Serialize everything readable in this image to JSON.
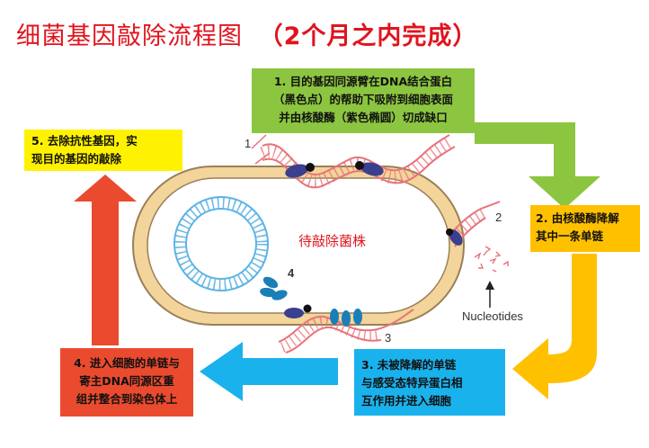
{
  "title": {
    "main": "细菌基因敲除流程图",
    "note": "（2个月之内完成）"
  },
  "steps": {
    "s1": {
      "line1": "1. 目的基因同源臂在DNA结合蛋白",
      "line2": "（黑色点）的帮助下吸附到细胞表面",
      "line3": "并由核酸酶（紫色椭圆）切成缺口"
    },
    "s2": {
      "line1": "2. 由核酸酶降解",
      "line2": "其中一条单链"
    },
    "s3": {
      "line1": "3.  未被降解的单链",
      "line2": "与感受态特异蛋白相",
      "line3": "互作用并进入细胞"
    },
    "s4": {
      "line1": "4. 进入细胞的单链与",
      "line2": "寄主DNA同源区重",
      "line3": "组并整合到染色体上"
    },
    "s5": {
      "line1": "5. 去除抗性基因，实",
      "line2": "现目的基因的敲除"
    }
  },
  "cell_label": "待敲除菌株",
  "nucleotides_label": "Nucleotides",
  "markers": {
    "m1": "1",
    "m2": "2",
    "m3": "3",
    "m4": "4"
  },
  "colors": {
    "green": "#8cc540",
    "yellow": "#fff200",
    "orange": "#ffc000",
    "blue": "#1ab2ec",
    "red": "#ea4b2e",
    "title": "#e0141e",
    "dna": "#e8737a",
    "nuclease": "#3a3f8f"
  }
}
